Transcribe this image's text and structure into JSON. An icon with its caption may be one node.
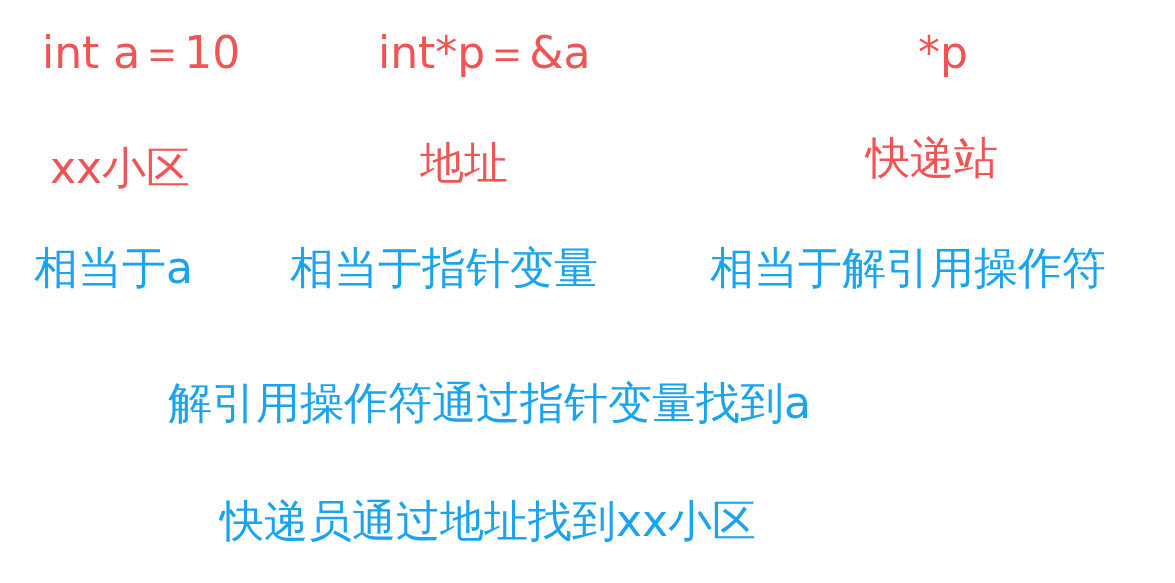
{
  "diagram": {
    "labels": [
      "int a＝10",
      "int*p＝&a",
      "*p",
      "xx小区",
      "地址",
      "快递站",
      "相当于a",
      "相当于指针变量",
      "相当于解引用操作符",
      "解引用操作符通过指针变量找到a",
      "快递员通过地址找到xx小区"
    ]
  }
}
